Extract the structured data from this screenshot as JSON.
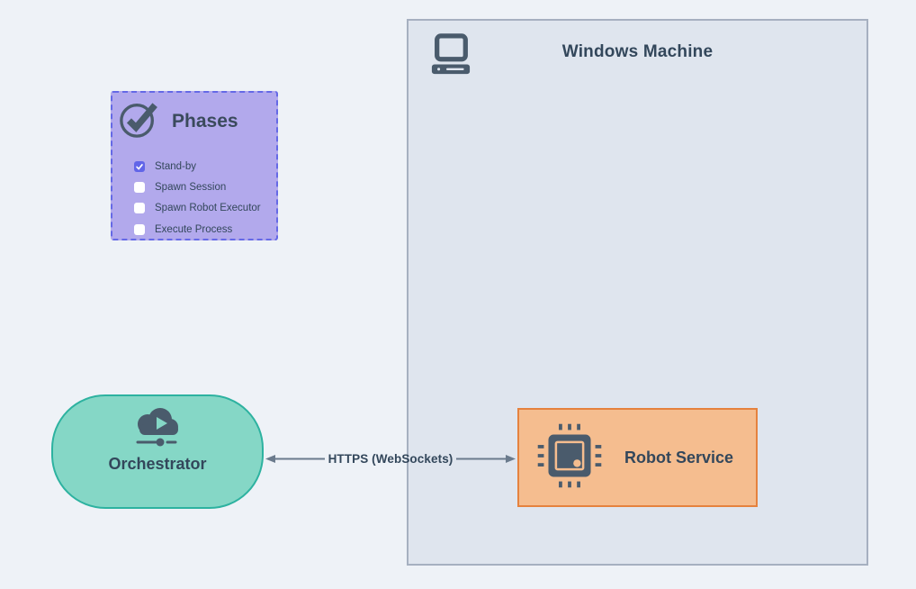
{
  "colors": {
    "page_bg": "#eef2f7",
    "machine_fill": "#dfe5ee",
    "machine_border": "#a6b0c0",
    "phases_fill": "#b2a9ec",
    "phases_border": "#6569e6",
    "checkbox_checked": "#6165e8",
    "orchestrator_fill": "#85d7c6",
    "orchestrator_border": "#2db2a0",
    "robot_fill": "#f5bd8f",
    "robot_border": "#e5823e",
    "ink": "#4a5b6c",
    "text": "#33475b",
    "arrow": "#6b7b8d"
  },
  "diagram": {
    "windows_machine": {
      "title": "Windows Machine"
    },
    "phases": {
      "title": "Phases",
      "items": [
        {
          "label": "Stand-by",
          "checked": true
        },
        {
          "label": "Spawn Session",
          "checked": false
        },
        {
          "label": "Spawn Robot Executor",
          "checked": false
        },
        {
          "label": "Execute Process",
          "checked": false
        }
      ]
    },
    "orchestrator": {
      "label": "Orchestrator"
    },
    "robot_service": {
      "label": "Robot Service"
    },
    "connection": {
      "label": "HTTPS (WebSockets)"
    }
  }
}
